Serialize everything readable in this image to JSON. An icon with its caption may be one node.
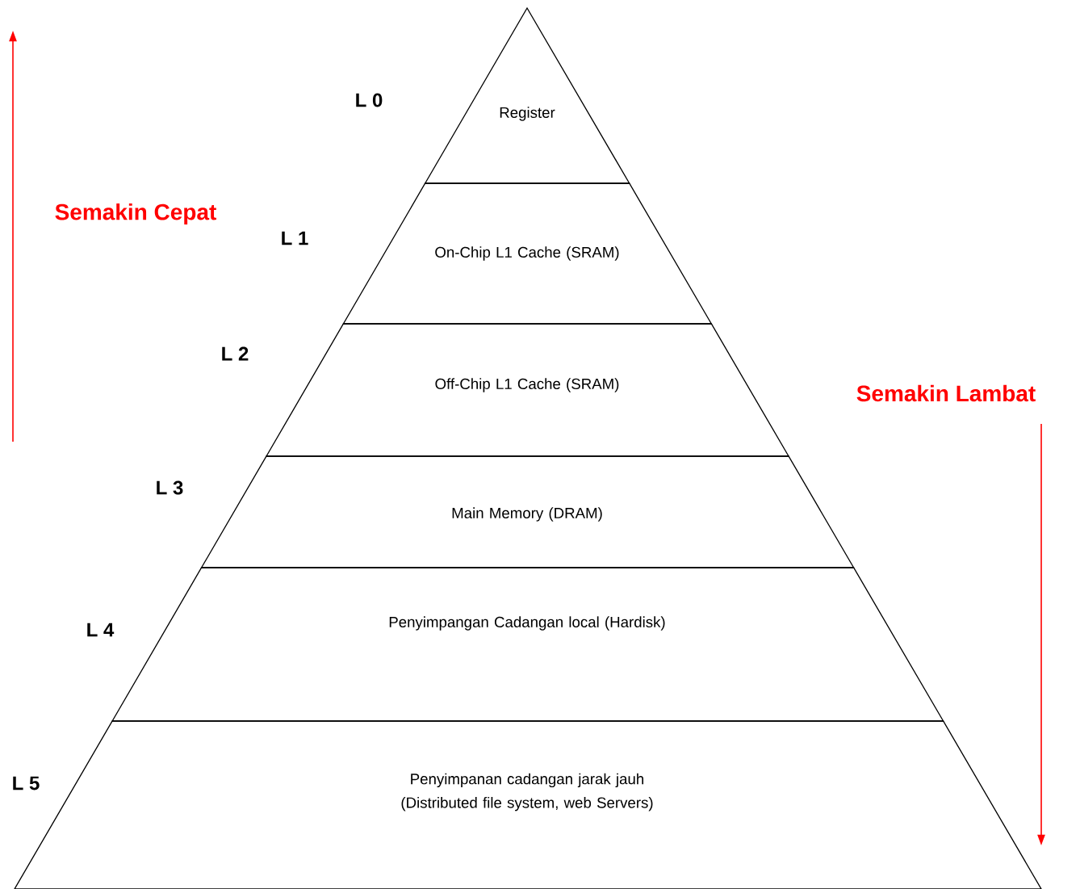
{
  "diagram": {
    "nodes": [
      {
        "text": [
          "Register"
        ],
        "beside": [
          "L 0"
        ]
      },
      {
        "text": [
          "On-Chip L1 Cache (SRAM)"
        ],
        "beside": [
          "L 1"
        ]
      },
      {
        "text": [
          "Off-Chip L1 Cache (SRAM)"
        ],
        "beside": [
          "L 2"
        ]
      },
      {
        "text": [
          "Main Memory (DRAM)"
        ],
        "beside": [
          "L 3"
        ]
      },
      {
        "text": [
          "Penyimpangan Cadangan local (Hardisk)"
        ],
        "beside": [
          "L 4"
        ]
      },
      {
        "text": [
          "Penyimpanan cadangan jarak jauh (Distributed file system, web Servers)"
        ],
        "beside": [
          "L 5"
        ]
      }
    ],
    "labels": [
      "Semakin Cepat",
      "Semakin Lambat"
    ]
  }
}
